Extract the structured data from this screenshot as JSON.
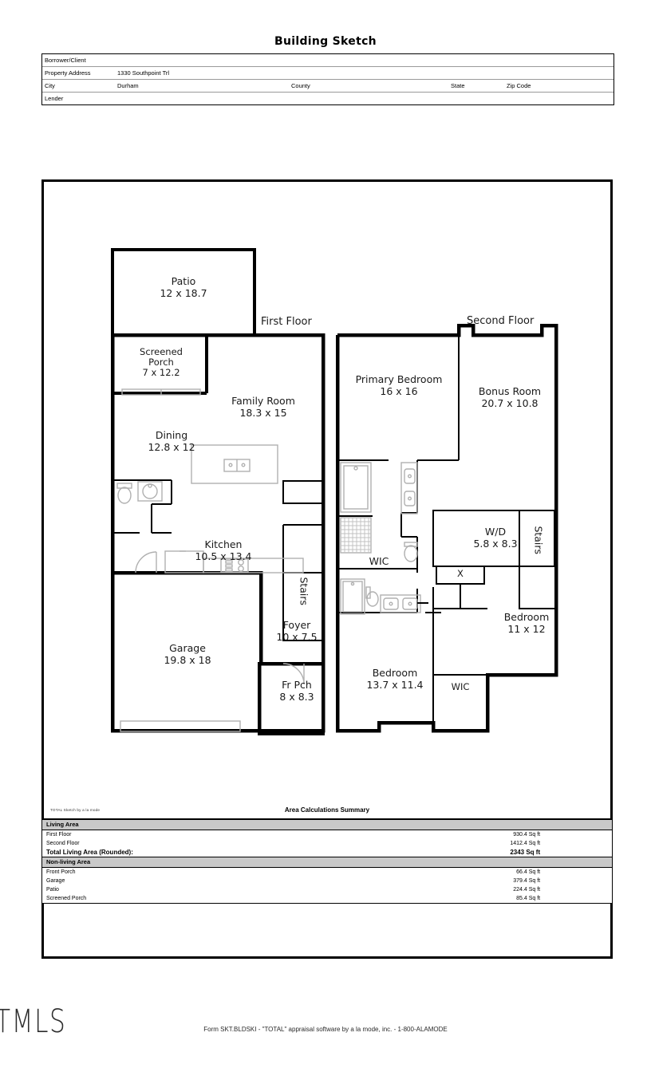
{
  "document": {
    "title": "Building Sketch",
    "form_footer": "Form SKT.BLDSKI - \"TOTAL\" appraisal software by a la mode, inc. - 1-800-ALAMODE",
    "logo": "TMLS",
    "sketch_credit": "TOTAL Sketch by a la mode"
  },
  "header": {
    "rows": [
      {
        "label": "Borrower/Client",
        "value": ""
      },
      {
        "label": "Property Address",
        "value": "1330 Southpoint Trl"
      },
      {
        "label": "City",
        "value": "Durham"
      },
      {
        "label": "Lender",
        "value": ""
      }
    ],
    "city_row": {
      "city_label": "City",
      "city_value": "Durham",
      "county_label": "County",
      "county_value": "",
      "state_label": "State",
      "state_value": "",
      "zip_label": "Zip Code",
      "zip_value": ""
    }
  },
  "sketch": {
    "first_floor_title": "First Floor",
    "second_floor_title": "Second Floor",
    "first_floor_rooms": [
      {
        "name": "Patio",
        "dims": "12 x 18.7"
      },
      {
        "name": "Screened\nPorch",
        "dims": "7 x 12.2"
      },
      {
        "name": "Family Room",
        "dims": "18.3 x 15"
      },
      {
        "name": "Dining",
        "dims": "12.8 x 12"
      },
      {
        "name": "Kitchen",
        "dims": "10.5 x 13.4"
      },
      {
        "name": "Garage",
        "dims": "19.8 x 18"
      },
      {
        "name": "Foyer",
        "dims": "10 x 7.5"
      },
      {
        "name": "Fr Pch",
        "dims": "8 x 8.3"
      },
      {
        "name": "Stairs",
        "dims": ""
      }
    ],
    "second_floor_rooms": [
      {
        "name": "Primary Bedroom",
        "dims": "16 x 16"
      },
      {
        "name": "Bonus Room",
        "dims": "20.7 x 10.8"
      },
      {
        "name": "W/D",
        "dims": "5.8 x 8.3"
      },
      {
        "name": "WIC",
        "dims": ""
      },
      {
        "name": "Bedroom",
        "dims": "11 x 12"
      },
      {
        "name": "Bedroom",
        "dims": "13.7 x 11.4"
      },
      {
        "name": "WIC",
        "dims": ""
      },
      {
        "name": "Stairs",
        "dims": ""
      },
      {
        "name": "X",
        "dims": ""
      }
    ]
  },
  "area_summary": {
    "title": "Area Calculations Summary",
    "sections": [
      {
        "heading": "Living Area",
        "rows": [
          {
            "label": "First Floor",
            "value": "930.4 Sq ft",
            "bold": false
          },
          {
            "label": "Second Floor",
            "value": "1412.4 Sq ft",
            "bold": false
          },
          {
            "label": "Total Living Area (Rounded):",
            "value": "2343 Sq ft",
            "bold": true
          }
        ]
      },
      {
        "heading": "Non-living Area",
        "rows": [
          {
            "label": "Front Porch",
            "value": "66.4 Sq ft",
            "bold": false
          },
          {
            "label": "Garage",
            "value": "379.4 Sq ft",
            "bold": false
          },
          {
            "label": "Patio",
            "value": "224.4 Sq ft",
            "bold": false
          },
          {
            "label": "Screened Porch",
            "value": "85.4 Sq ft",
            "bold": false
          }
        ]
      }
    ]
  },
  "colors": {
    "wall": "#000000",
    "fixture": "#b8b8b8",
    "section_band": "#c9c9c9"
  }
}
